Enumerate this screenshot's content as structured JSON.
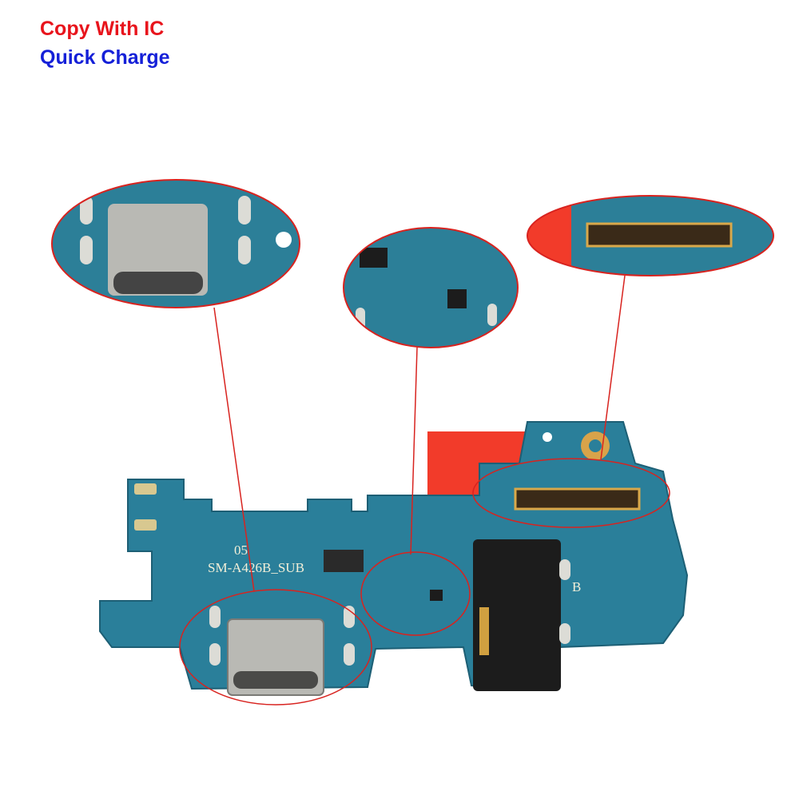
{
  "captions": {
    "line1": "Copy With IC",
    "line2": "Quick Charge"
  },
  "board": {
    "silkscreen_rev": "05",
    "silkscreen_model": "SM-A426B_SUB",
    "marker_b": "B"
  },
  "colors": {
    "pcb": "#2a7f9a",
    "callout": "#d8231f",
    "caption1": "#e8141c",
    "caption2": "#1520d8"
  }
}
